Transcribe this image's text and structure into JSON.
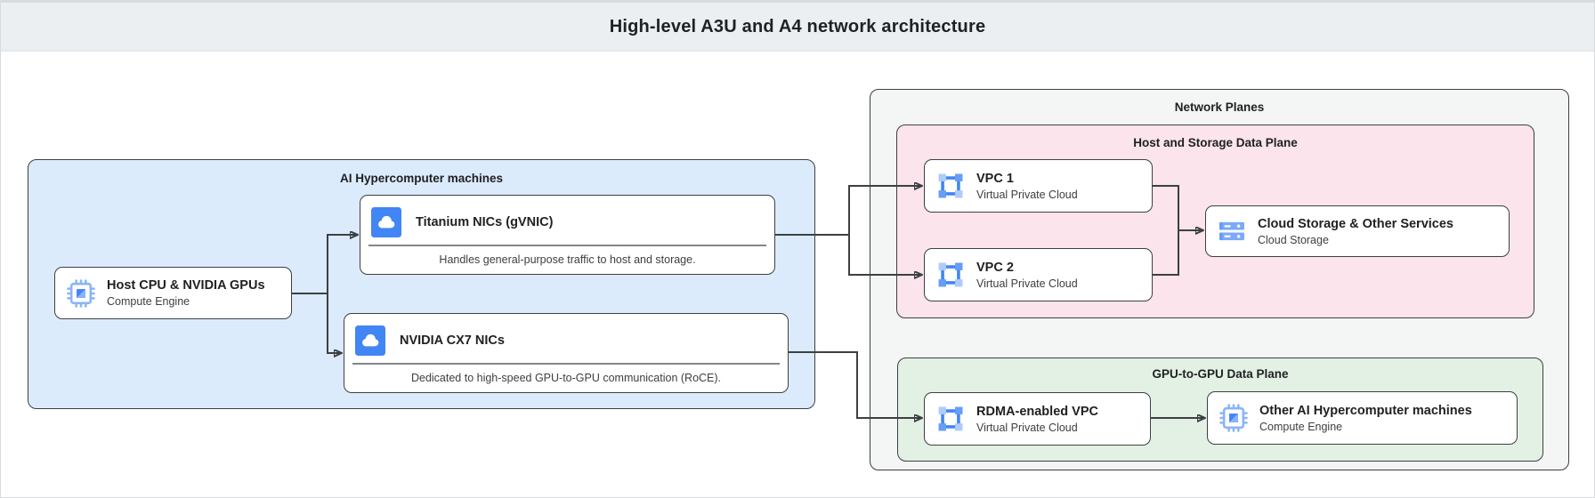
{
  "header": {
    "title": "High-level A3U and A4 network architecture"
  },
  "groups": {
    "machines": {
      "label": "AI Hypercomputer machines"
    },
    "network_planes": {
      "label": "Network Planes"
    },
    "host_storage_plane": {
      "label": "Host and Storage Data Plane"
    },
    "gpu_plane": {
      "label": "GPU-to-GPU Data Plane"
    }
  },
  "nodes": {
    "host_cpu": {
      "title": "Host CPU & NVIDIA GPUs",
      "subtitle": "Compute Engine",
      "icon": "compute-engine-icon"
    },
    "titanium_nics": {
      "title": "Titanium NICs (gVNIC)",
      "description": "Handles general-purpose traffic to host and storage.",
      "icon": "cloud-icon"
    },
    "nvidia_cx7_nics": {
      "title": "NVIDIA CX7 NICs",
      "description": "Dedicated to high-speed GPU-to-GPU communication (RoCE).",
      "icon": "cloud-icon"
    },
    "vpc1": {
      "title": "VPC 1",
      "subtitle": "Virtual Private Cloud",
      "icon": "vpc-icon"
    },
    "vpc2": {
      "title": "VPC 2",
      "subtitle": "Virtual Private Cloud",
      "icon": "vpc-icon"
    },
    "cloud_storage": {
      "title": "Cloud Storage & Other Services",
      "subtitle": "Cloud Storage",
      "icon": "cloud-storage-icon"
    },
    "rdma_vpc": {
      "title": "RDMA-enabled VPC",
      "subtitle": "Virtual Private Cloud",
      "icon": "vpc-icon"
    },
    "other_machines": {
      "title": "Other AI Hypercomputer machines",
      "subtitle": "Compute Engine",
      "icon": "compute-engine-icon"
    }
  },
  "colors": {
    "header_fill": "#eceff1",
    "machines_fill": "#dcebfb",
    "network_planes_fill": "#f4f5f5",
    "host_storage_fill": "#fbe4ec",
    "gpu_plane_fill": "#e3f1e4",
    "border_dark": "#3c4043",
    "icon_blue": "#4285f4",
    "icon_blue_mid": "#669df6",
    "icon_blue_light": "#8ab4f8",
    "icon_blue_pale": "#aecbfa"
  }
}
